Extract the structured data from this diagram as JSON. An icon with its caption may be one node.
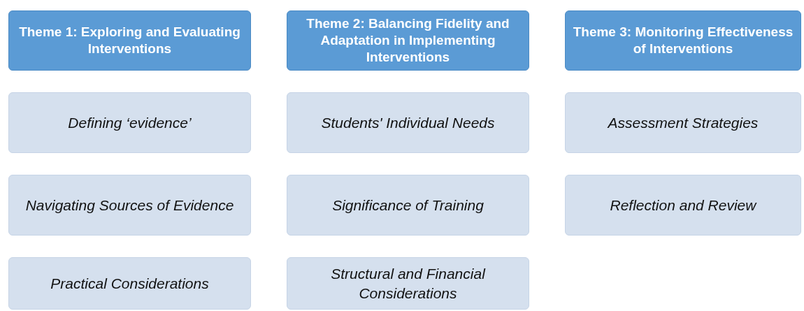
{
  "diagram": {
    "nodes": [
      {
        "text": [
          "Theme 1: Exploring and Evaluating Interventions"
        ]
      },
      {
        "text": [
          "Defining ‘evidence’"
        ]
      },
      {
        "text": [
          "Navigating Sources of Evidence"
        ]
      },
      {
        "text": [
          "Practical Considerations"
        ]
      },
      {
        "text": [
          "Theme 2: Balancing Fidelity and Adaptation in Implementing Interventions"
        ]
      },
      {
        "text": [
          "Students' Individual Needs"
        ]
      },
      {
        "text": [
          "Significance of Training"
        ]
      },
      {
        "text": [
          "Structural and Financial Considerations"
        ]
      },
      {
        "text": [
          "Theme 3: Monitoring Effectiveness of Interventions"
        ]
      },
      {
        "text": [
          "Assessment Strategies"
        ]
      },
      {
        "text": [
          "Reflection and Review"
        ]
      }
    ]
  }
}
